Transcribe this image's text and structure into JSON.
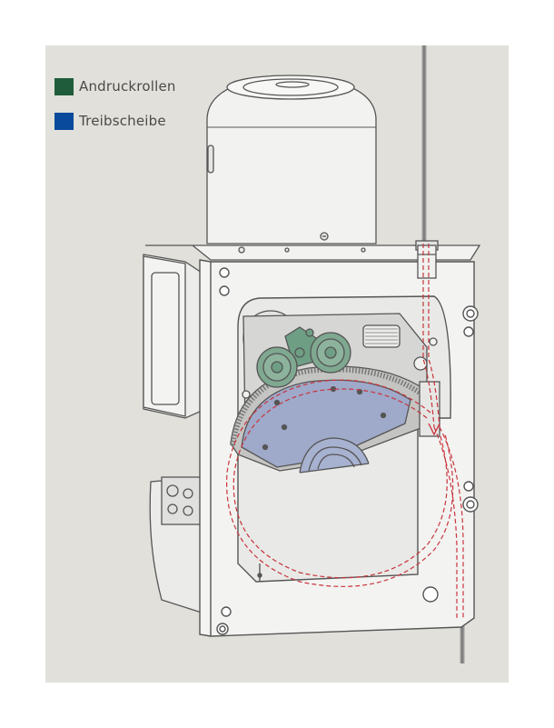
{
  "legend": {
    "items": [
      {
        "label": "Andruckrollen",
        "color": "#1f5c3b"
      },
      {
        "label": "Treibscheibe",
        "color": "#0a4a9c"
      }
    ]
  },
  "colors": {
    "background": "#e1e0da",
    "roller_fill": "#6e9e84",
    "sheave_fill": "#9fa9c9",
    "rope_path": "#c8343d",
    "line": "#555555"
  },
  "icons": [
    "motor-housing",
    "gearbox",
    "traction-sheave",
    "pressure-rollers",
    "hoist-rope"
  ]
}
